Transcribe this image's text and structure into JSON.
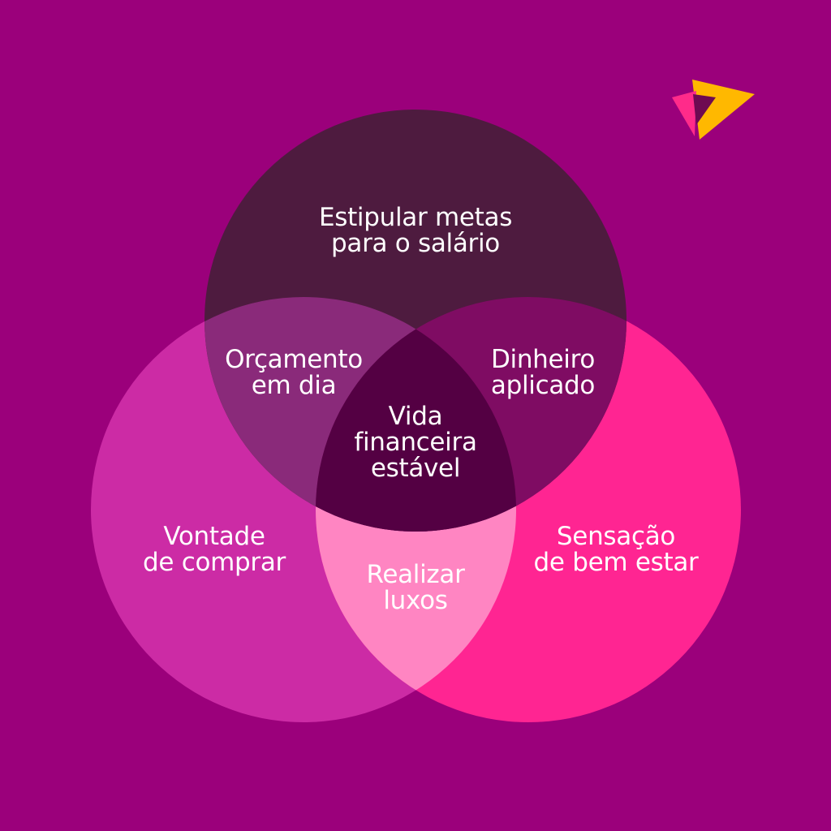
{
  "colors": {
    "background": "#9B007B",
    "top_circle": "#4E1B3F",
    "left_circle": "#CC2BA5",
    "right_circle": "#FF2592",
    "top_left_overlap": "#8A2A7A",
    "top_right_overlap": "#7F0C63",
    "left_right_overlap": "#FF85C2",
    "center_overlap": "#540043",
    "logo_yellow": "#FFB800",
    "logo_pink": "#FF2B8A",
    "logo_dark": "#6E0A52"
  },
  "regions": {
    "top": "Estipular metas\npara o salário",
    "top_left": "Orçamento\nem dia",
    "top_right": "Dinheiro\naplicado",
    "center": "Vida\nfinanceira\nestável",
    "left": "Vontade\nde comprar",
    "right": "Sensação\nde bem estar",
    "bottom": "Realizar\nluxos"
  }
}
